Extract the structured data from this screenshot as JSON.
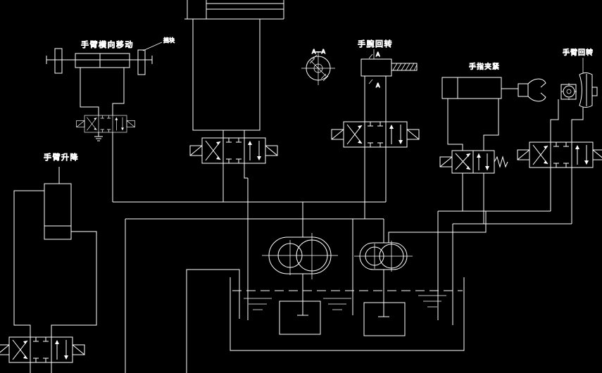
{
  "drawing": {
    "colors": {
      "background": "#000000",
      "line": "#ffffff"
    },
    "labels": {
      "arm_traverse": "手臂横向移动",
      "arm_lift": "手臂升降",
      "wrist_rotate": "手腕回转",
      "finger_clamp": "手指夹紧",
      "arm_rotate": "手臂回转",
      "stop_block": "挡块",
      "section_view": "A—A",
      "section_marker_top": "A",
      "section_marker_bottom": "A"
    }
  }
}
